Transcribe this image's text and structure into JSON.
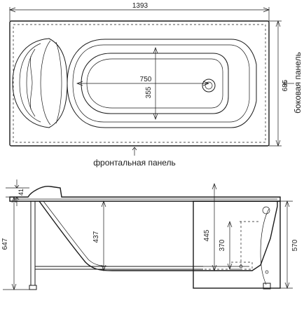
{
  "top_view": {
    "overall_length": "1393",
    "overall_width": "685",
    "basin_length": "750",
    "basin_width": "355",
    "side_panel_label": "боковая панель",
    "front_panel_label": "фронтальная панель"
  },
  "side_view": {
    "rim_thickness": "41",
    "total_height": "647",
    "inner_depth": "437",
    "floor_height": "445",
    "drain_height": "370",
    "panel_height": "570"
  }
}
